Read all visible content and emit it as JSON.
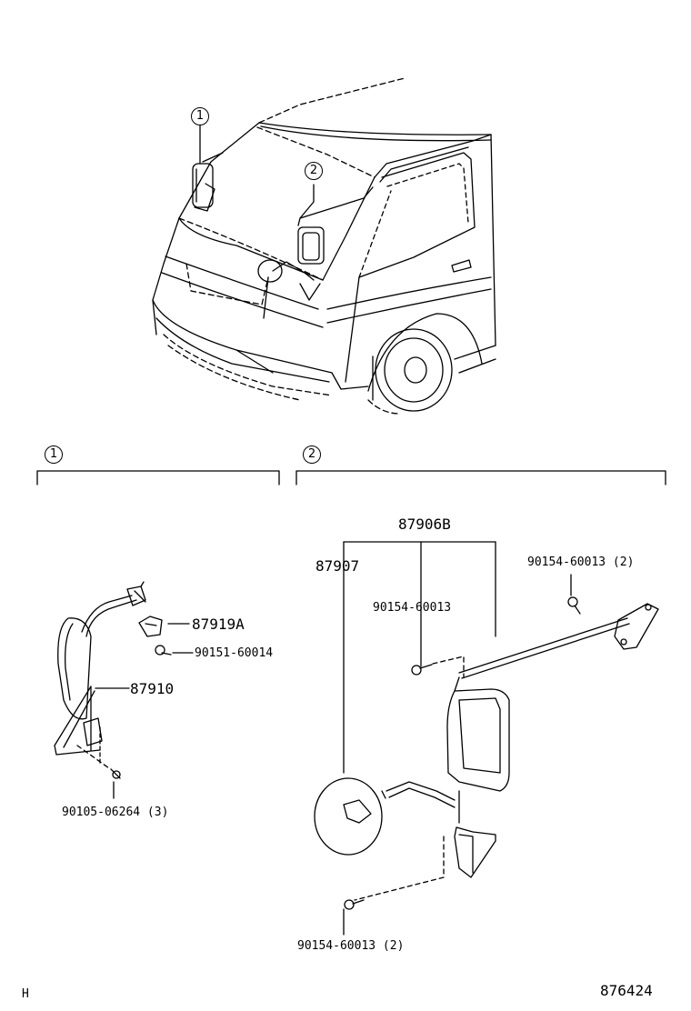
{
  "callouts": {
    "mirror_left": "1",
    "mirror_right": "2"
  },
  "sections": {
    "left_marker": "1",
    "right_marker": "2"
  },
  "parts": {
    "p87919A": "87919A",
    "p90151_60014": "90151-60014",
    "p87910": "87910",
    "p90105_06264": "90105-06264 (3)",
    "p87906B": "87906B",
    "p87907": "87907",
    "p90154_60013_top_right": "90154-60013 (2)",
    "p90154_60013_mid": "90154-60013",
    "p90154_60013_bottom": "90154-60013 (2)"
  },
  "footer": {
    "left_code": "H",
    "diagram_number": "876424"
  }
}
